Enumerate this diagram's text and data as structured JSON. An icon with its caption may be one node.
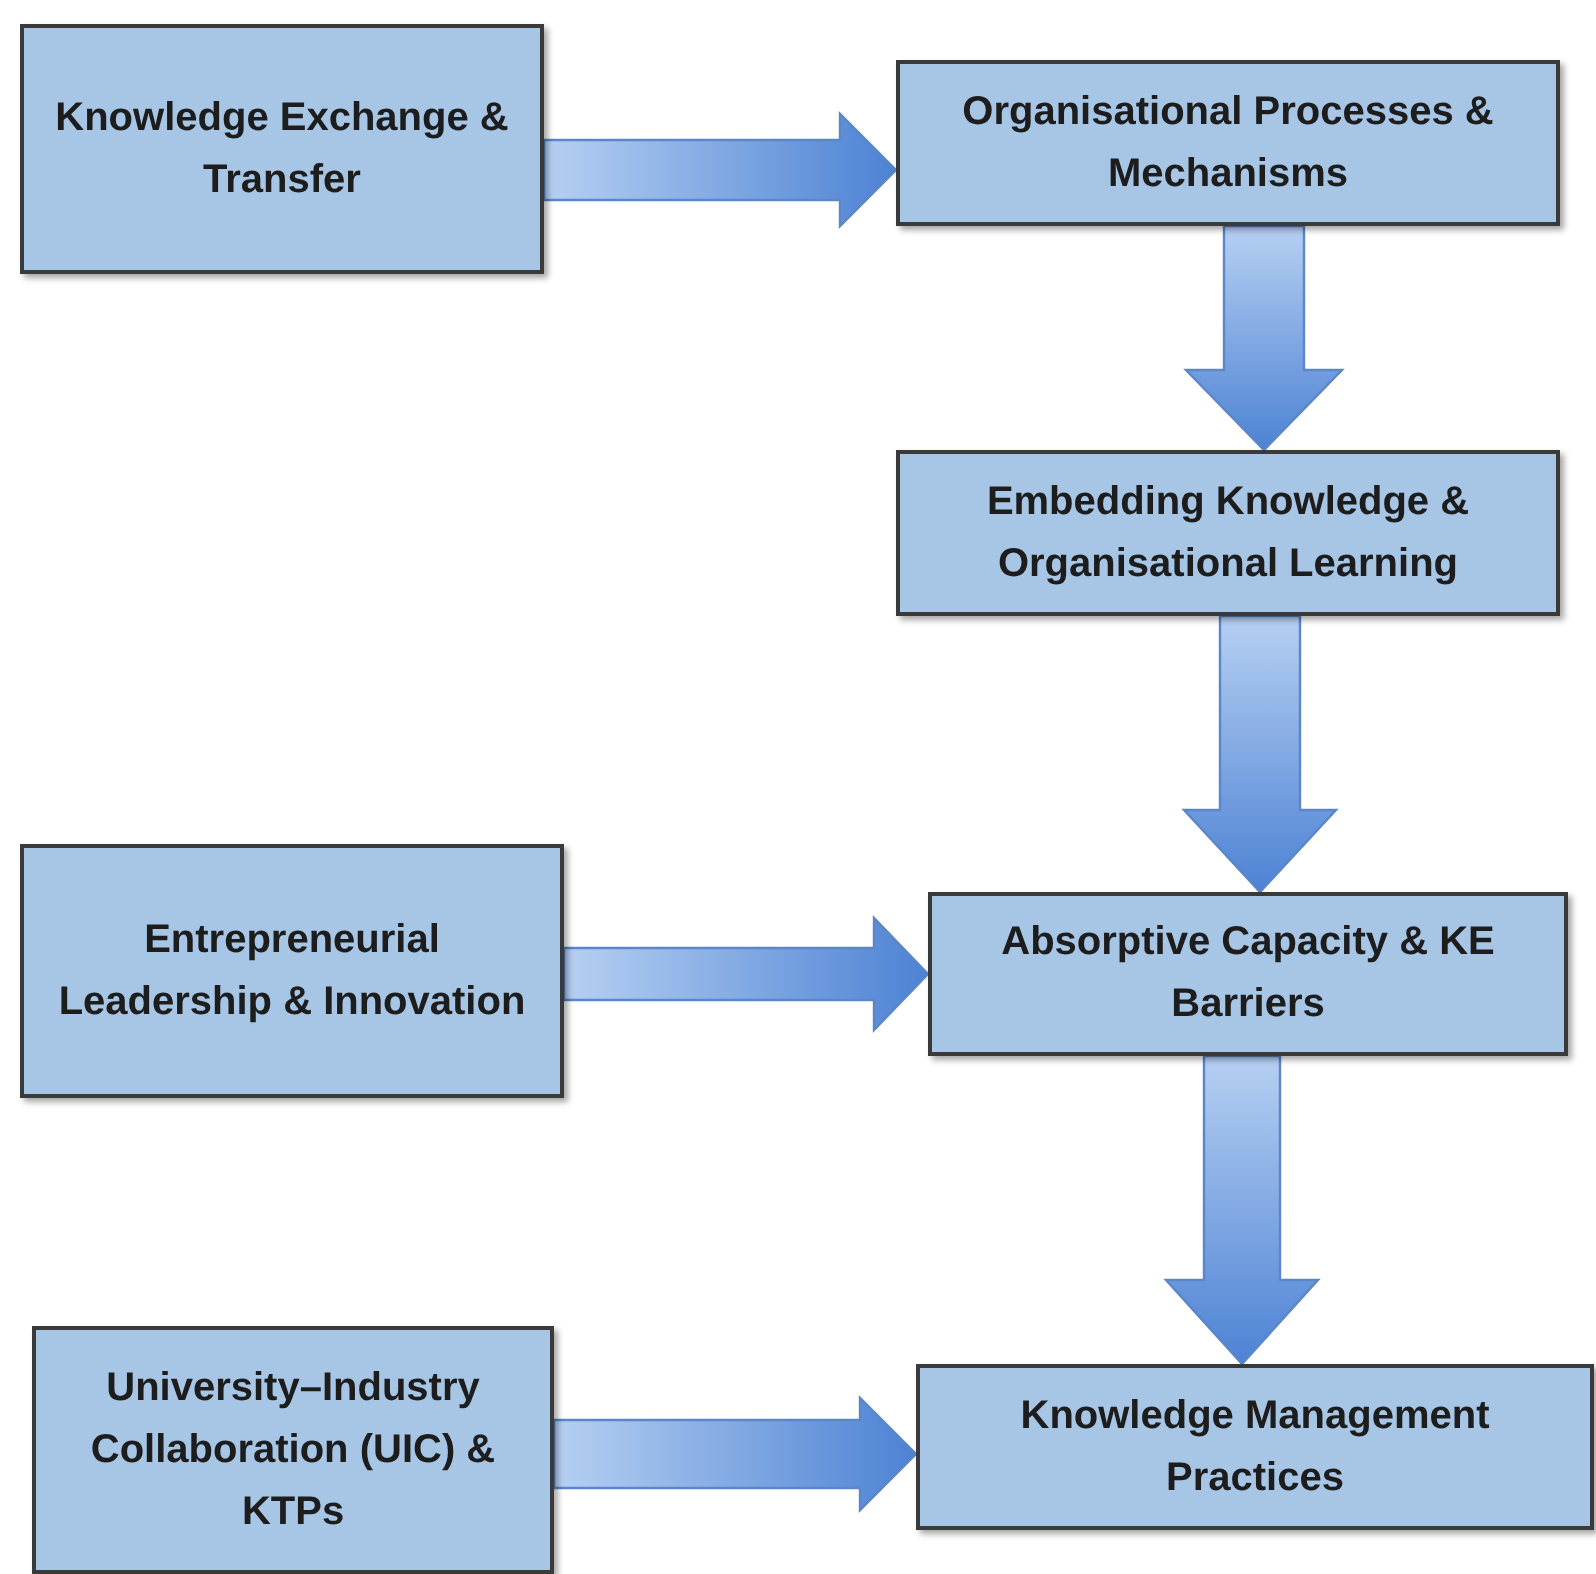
{
  "diagram": {
    "nodes": [
      {
        "text": [
          "Knowledge Exchange & Transfer"
        ]
      },
      {
        "text": [
          "Organisational Processes & Mechanisms"
        ]
      },
      {
        "text": [
          "Embedding Knowledge & Organisational Learning"
        ]
      },
      {
        "text": [
          "Entrepreneurial Leadership & Innovation"
        ]
      },
      {
        "text": [
          "Absorptive Capacity & KE Barriers"
        ]
      },
      {
        "text": [
          "University–Industry Collaboration (UIC) & KTPs"
        ]
      },
      {
        "text": [
          "Knowledge Management Practices"
        ]
      }
    ],
    "edges": [
      {
        "from": 0,
        "to": 1,
        "arrow": "to"
      },
      {
        "from": 1,
        "to": 2,
        "arrow": "to"
      },
      {
        "from": 2,
        "to": 4,
        "arrow": "to"
      },
      {
        "from": 3,
        "to": 4,
        "arrow": "to"
      },
      {
        "from": 4,
        "to": 6,
        "arrow": "to"
      },
      {
        "from": 5,
        "to": 6,
        "arrow": "to"
      }
    ]
  }
}
